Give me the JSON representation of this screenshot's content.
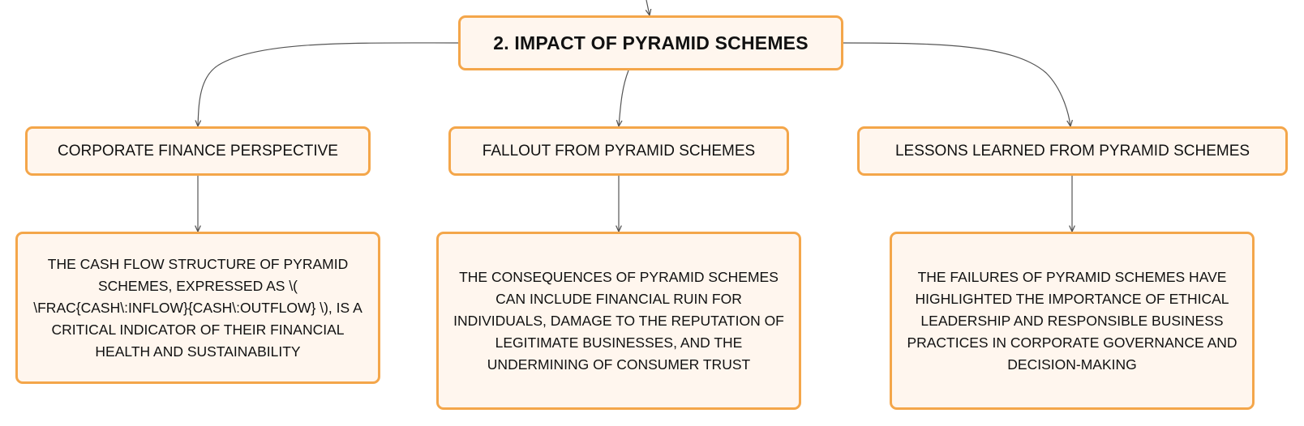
{
  "root": {
    "title": "2. IMPACT OF PYRAMID SCHEMES"
  },
  "branches": [
    {
      "title": "CORPORATE FINANCE PERSPECTIVE",
      "detail": "THE CASH FLOW STRUCTURE OF PYRAMID SCHEMES, EXPRESSED AS \\( \\FRAC{CASH\\:INFLOW}{CASH\\:OUTFLOW} \\), IS A CRITICAL INDICATOR OF THEIR FINANCIAL HEALTH AND SUSTAINABILITY"
    },
    {
      "title": "FALLOUT FROM PYRAMID SCHEMES",
      "detail": "THE CONSEQUENCES OF PYRAMID SCHEMES CAN INCLUDE FINANCIAL RUIN FOR INDIVIDUALS, DAMAGE TO THE REPUTATION OF LEGITIMATE BUSINESSES, AND THE UNDERMINING OF CONSUMER TRUST"
    },
    {
      "title": "LESSONS LEARNED FROM PYRAMID SCHEMES",
      "detail": "THE FAILURES OF PYRAMID SCHEMES HAVE HIGHLIGHTED THE IMPORTANCE OF ETHICAL LEADERSHIP AND RESPONSIBLE BUSINESS PRACTICES IN CORPORATE GOVERNANCE AND DECISION-MAKING"
    }
  ],
  "colors": {
    "node_fill": "#fff6ee",
    "node_border": "#f4a64a",
    "connector": "#555555",
    "text": "#111111"
  }
}
